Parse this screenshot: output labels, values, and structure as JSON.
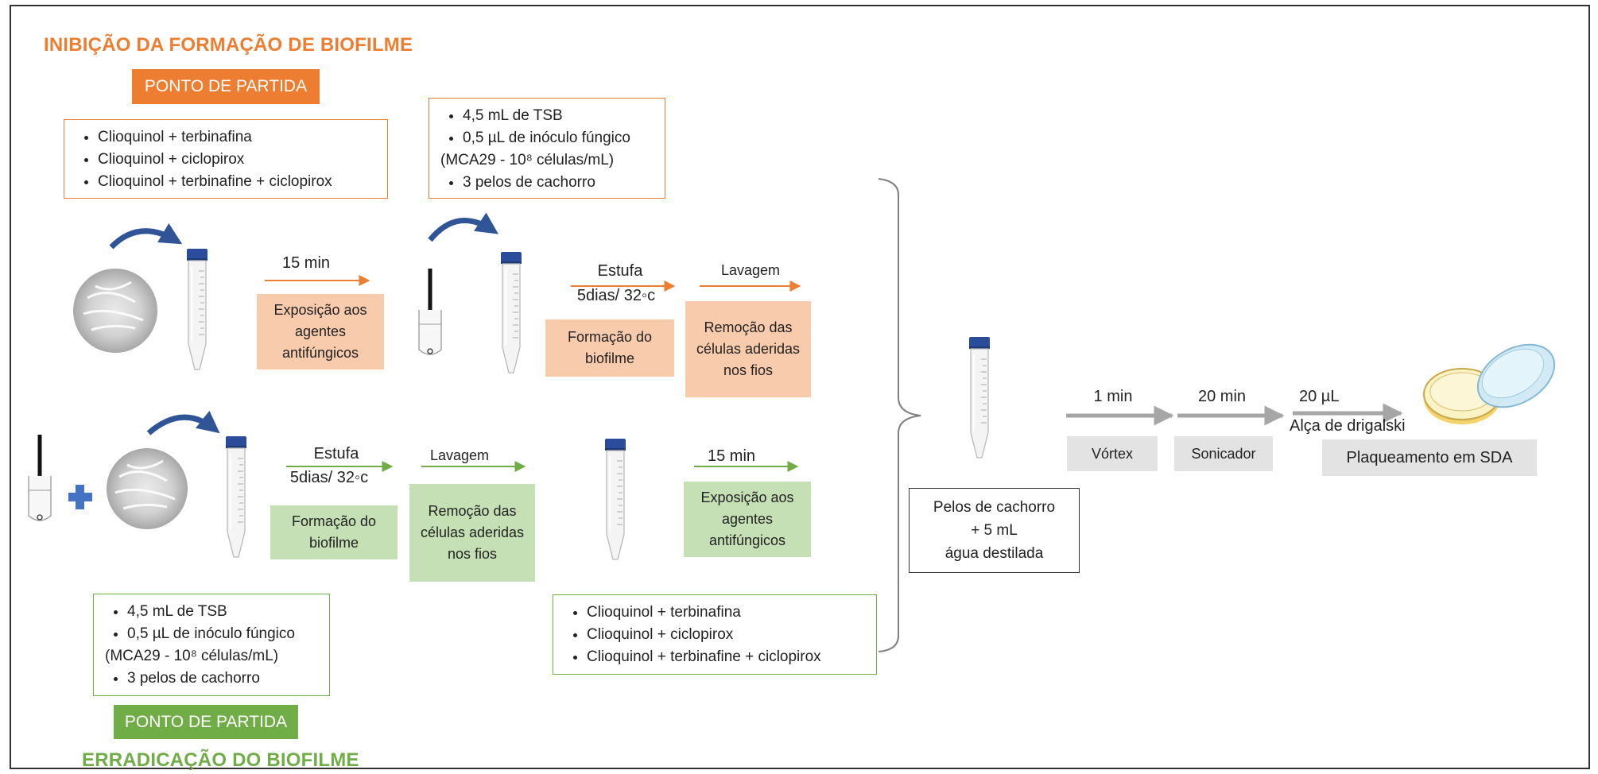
{
  "inhibition": {
    "title": "INIBIÇÃO DA FORMAÇÃO DE BIOFILME",
    "start_label": "PONTO DE PARTIDA",
    "agents": [
      "Clioquinol + terbinafina",
      "Clioquinol + ciclopirox",
      "Clioquinol + terbinafine + ciclopirox"
    ],
    "inoculum": {
      "item1": "4,5 mL de TSB",
      "item2": "0,5 µL de inóculo fúngico",
      "item2_cont": "(MCA29 - 10⁸ células/mL)",
      "item3": "3 pelos de cachorro"
    },
    "step1_time": "15 min",
    "step1_box": "Exposição aos agentes antifúngicos",
    "step2_label1": "Estufa",
    "step2_label2": "5dias/ 32◦c",
    "step2_box": "Formação do biofilme",
    "step3_label": "Lavagem",
    "step3_box": "Remoção das células aderidas nos fios"
  },
  "eradication": {
    "title": "ERRADICAÇÃO DO BIOFILME",
    "start_label": "PONTO DE PARTIDA",
    "inoculum": {
      "item1": "4,5 mL de TSB",
      "item2": "0,5 µL de inóculo fúngico",
      "item2_cont": "(MCA29 - 10⁸ células/mL)",
      "item3": "3 pelos de cachorro"
    },
    "agents": [
      "Clioquinol + terbinafina",
      "Clioquinol + ciclopirox",
      "Clioquinol + terbinafine + ciclopirox"
    ],
    "step1_label1": "Estufa",
    "step1_label2": "5dias/ 32◦c",
    "step1_box": "Formação do biofilme",
    "step2_label": "Lavagem",
    "step2_box": "Remoção das células aderidas nos fios",
    "step3_time": "15 min",
    "step3_box": "Exposição aos agentes antifúngicos"
  },
  "final": {
    "tube_box": "Pelos de cachorro\n+ 5 mL\nágua destilada",
    "vortex_time": "1 min",
    "vortex_box": "Vórtex",
    "sonicator_time": "20 min",
    "sonicator_box": "Sonicador",
    "plating_volume": "20 µL",
    "plating_tool": "Alça de drigalski",
    "plating_box": "Plaqueamento em SDA"
  },
  "colors": {
    "orange": "#ED7D31",
    "green": "#70AD47",
    "peach": "#F8CBAD",
    "light_green": "#C5E0B4",
    "gray": "#A6A6A6",
    "blue_arrow": "#2F5597",
    "cap_blue": "#2B4C9A",
    "plus_blue": "#4472C4"
  },
  "icons": [
    "falcon-tube-icon",
    "dog-hair-icon",
    "rotate-arrow-icon",
    "test-tube-icon",
    "plus-icon",
    "petri-dish-icon",
    "brace-icon"
  ]
}
